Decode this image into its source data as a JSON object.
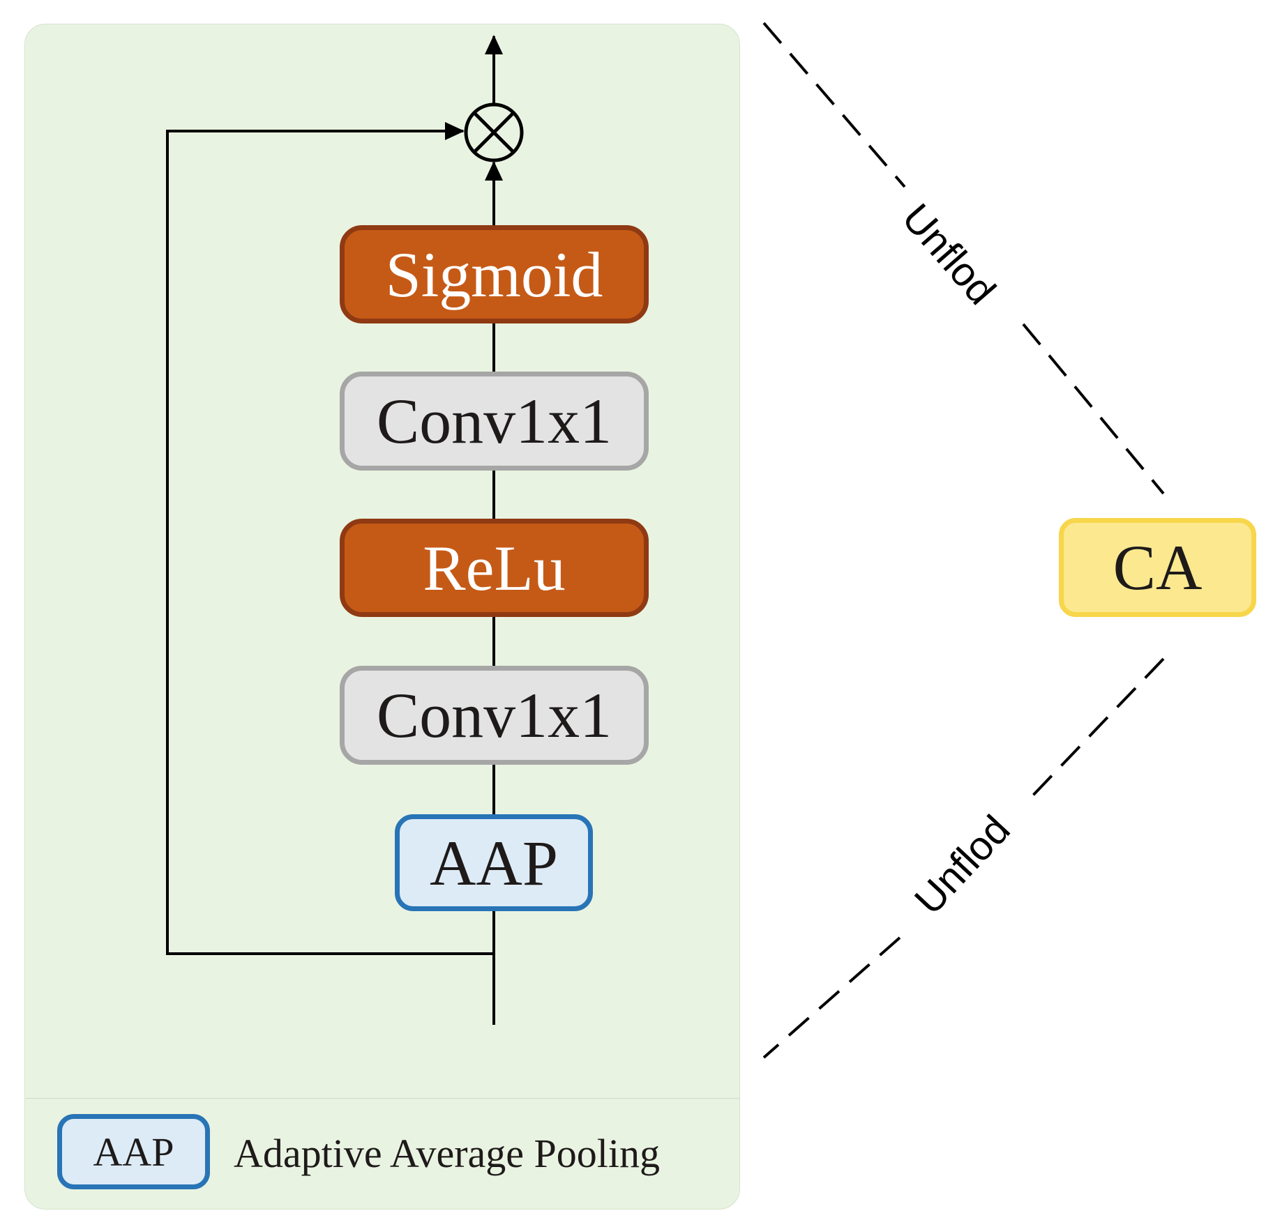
{
  "blocks": {
    "sigmoid": "Sigmoid",
    "conv_top": "Conv1x1",
    "relu": "ReLu",
    "conv_bottom": "Conv1x1",
    "aap": "AAP",
    "ca": "CA"
  },
  "operators": {
    "multiply": "⊗"
  },
  "legend": {
    "swatch_label": "AAP",
    "description": "Adaptive Average Pooling"
  },
  "edges": {
    "upper_label": "Unflod",
    "lower_label": "Unflod"
  },
  "colors": {
    "panel_background": "#e9f3e1",
    "activation_fill": "#c55a17",
    "activation_border": "#8f3a13",
    "conv_fill": "#e3e3e3",
    "conv_border": "#a6a6a6",
    "pool_fill": "#ddebf6",
    "pool_border": "#2874b6",
    "ca_fill": "#fbe88f",
    "ca_border": "#f7d64b"
  }
}
